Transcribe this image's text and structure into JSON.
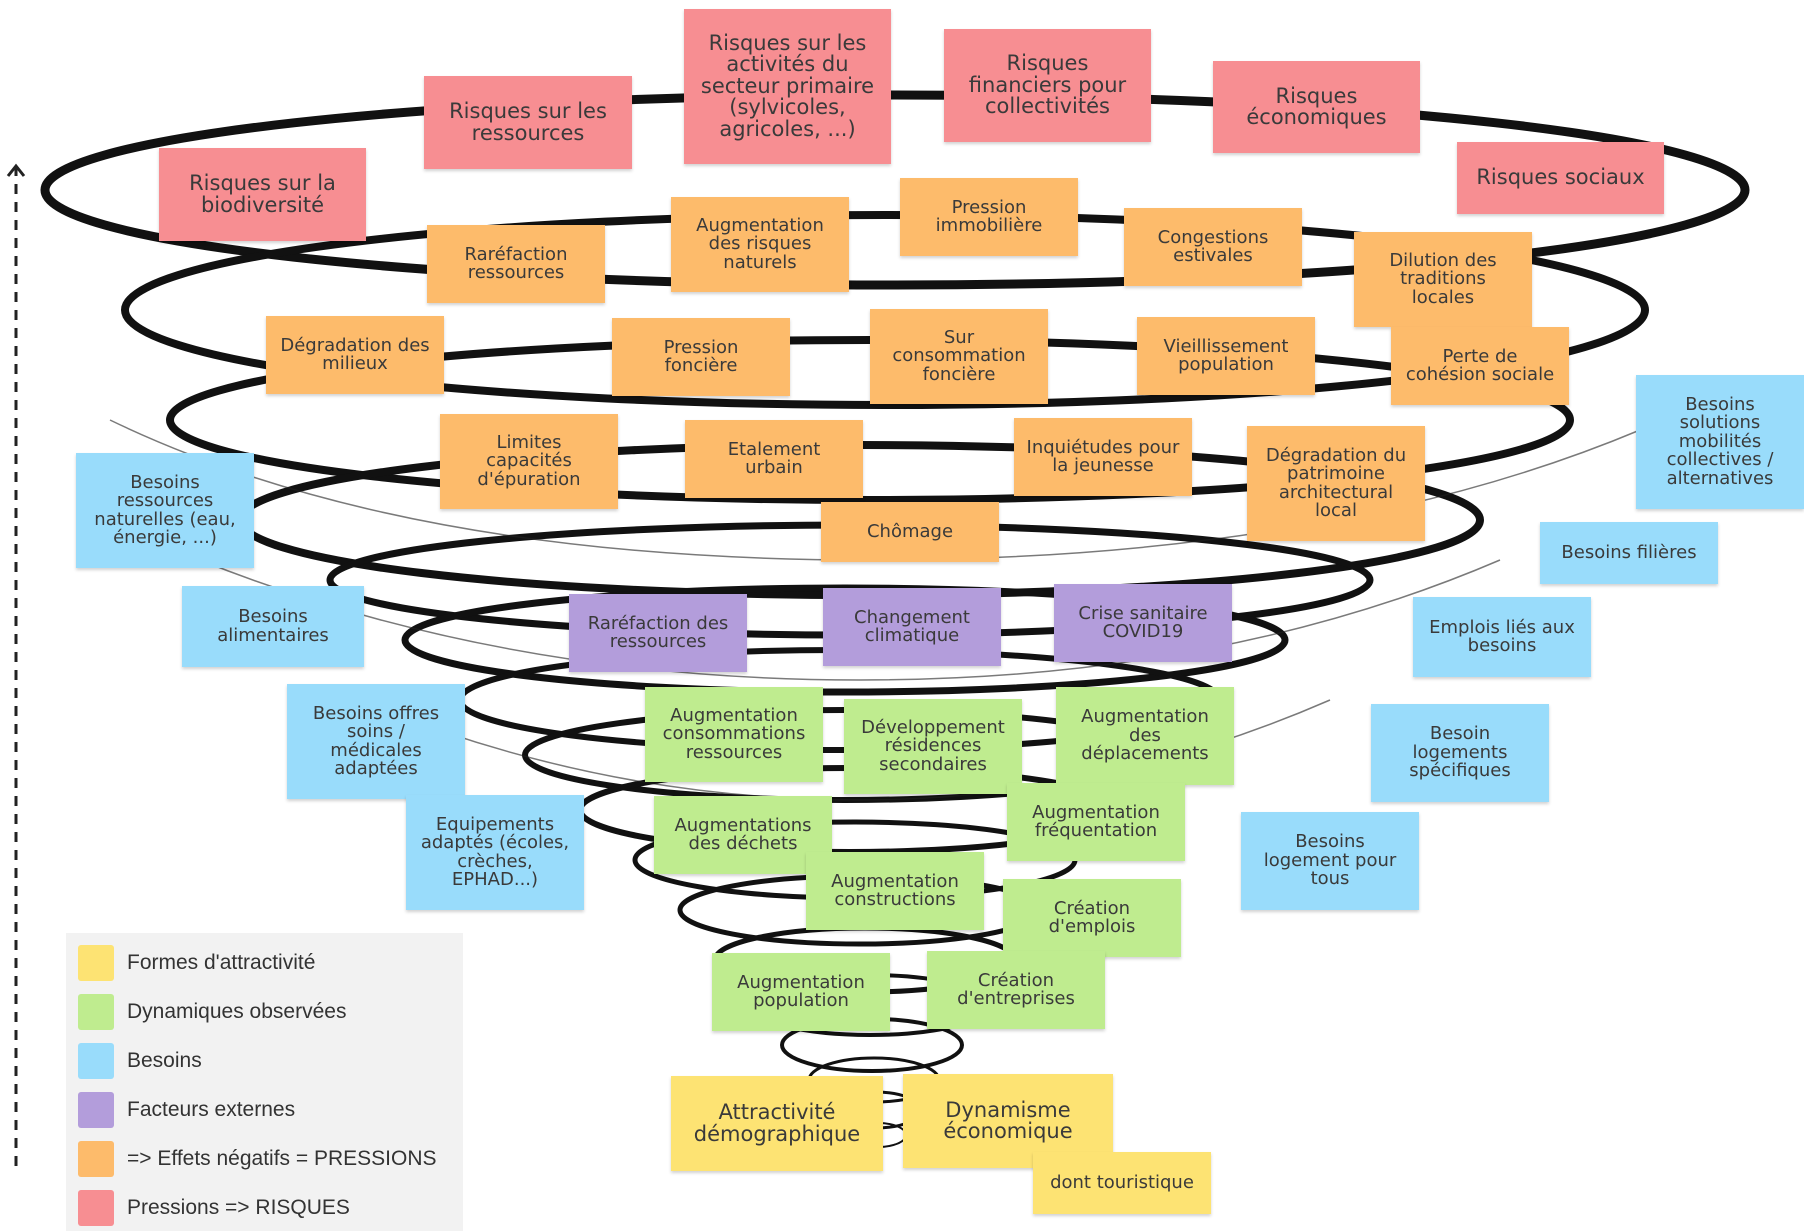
{
  "risques": {
    "biodiversite": "Risques sur la\nbiodiversité",
    "ressources": "Risques sur les\nressources",
    "secteur_primaire": "Risques sur les\nactivités du\nsecteur primaire\n(sylvicoles,\nagricoles, ...)",
    "financiers": "Risques\nfinanciers pour\ncollectivités",
    "economiques": "Risques\néconomiques",
    "sociaux": "Risques sociaux"
  },
  "pressions": {
    "rarefaction_ressources": "Raréfaction\nressources",
    "risques_naturels": "Augmentation\ndes risques\nnaturels",
    "pression_immobiliere": "Pression\nimmobilière",
    "congestions": "Congestions\nestivales",
    "dilution_traditions": "Dilution des\ntraditions\nlocales",
    "degradation_milieux": "Dégradation des\nmilieux",
    "pression_fonciere": "Pression\nfoncière",
    "sur_consommation": "Sur\nconsommation\nfoncière",
    "vieillissement": "Vieillissement\npopulation",
    "perte_cohesion": "Perte de\ncohésion sociale",
    "limites_epuration": "Limites\ncapacités\nd'épuration",
    "etalement_urbain": "Etalement\nurbain",
    "inquietudes_jeunesse": "Inquiétudes pour\nla jeunesse",
    "degradation_patrimoine": "Dégradation du\npatrimoine\narchitectural\nlocal",
    "chomage": "Chômage"
  },
  "facteurs_externes": {
    "rarefaction": "Raréfaction des\nressources",
    "changement_climatique": "Changement\nclimatique",
    "crise_sanitaire": "Crise sanitaire\nCOVID19"
  },
  "dynamiques": {
    "consommations_ressources": "Augmentation\nconsommations\nressources",
    "residences_secondaires": "Développement\nrésidences\nsecondaires",
    "deplacements": "Augmentation\ndes\ndéplacements",
    "dechets": "Augmentations\ndes déchets",
    "frequentation": "Augmentation\nfréquentation",
    "constructions": "Augmentation\nconstructions",
    "emplois": "Création\nd'emplois",
    "population": "Augmentation\npopulation",
    "entreprises": "Création\nd'entreprises"
  },
  "attractivite": {
    "demographique": "Attractivité\ndémographique",
    "economique": "Dynamisme\néconomique",
    "touristique": "dont touristique"
  },
  "besoins": {
    "ressources_naturelles": "Besoins\nressources\nnaturelles (eau,\nénergie, ...)",
    "alimentaires": "Besoins\nalimentaires",
    "soins": "Besoins offres\nsoins /\nmédicales\nadaptées",
    "equipements": "Equipements\nadaptés (écoles,\ncrèches,\nEPHAD...)",
    "mobilites": "Besoins\nsolutions\nmobilités\ncollectives /\nalternatives",
    "filieres": "Besoins filières",
    "emplois_besoins": "Emplois liés aux\nbesoins",
    "logements_specifiques": "Besoin\nlogements\nspécifiques",
    "logement_tous": "Besoins\nlogement pour\ntous"
  },
  "legend": [
    {
      "label": "Formes d'attractivité",
      "color": "#fde373"
    },
    {
      "label": "Dynamiques observées",
      "color": "#bfec8f"
    },
    {
      "label": "Besoins",
      "color": "#99dcfb"
    },
    {
      "label": "Facteurs externes",
      "color": "#b39ddb"
    },
    {
      "label": "=> Effets négatifs = PRESSIONS",
      "color": "#fdbb6b"
    },
    {
      "label": "Pressions => RISQUES",
      "color": "#f78e92"
    }
  ],
  "icons": {
    "spiral": "tornado-spiral-icon",
    "arrow": "dashed-up-arrow-icon"
  }
}
